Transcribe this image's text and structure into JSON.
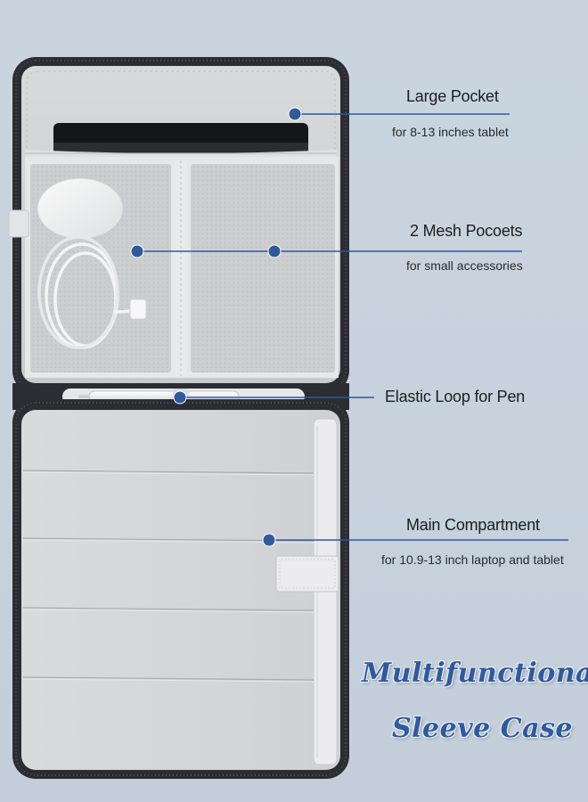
{
  "colors": {
    "background": "#c8d3de",
    "accent": "#2f5a9c",
    "case_shell": "#2b2d33",
    "lining": "#e7e8ea"
  },
  "callouts": [
    {
      "title": "Large Pocket",
      "subtitle": "for 8-13 inches tablet"
    },
    {
      "title": "2 Mesh Pocoets",
      "subtitle": "for small accessories"
    },
    {
      "title": "Elastic Loop for Pen",
      "subtitle": ""
    },
    {
      "title": "Main Compartment",
      "subtitle": "for 10.9-13 inch laptop and tablet"
    }
  ],
  "tagline": {
    "line1": "Multifunctional",
    "line2": "Sleeve Case"
  }
}
